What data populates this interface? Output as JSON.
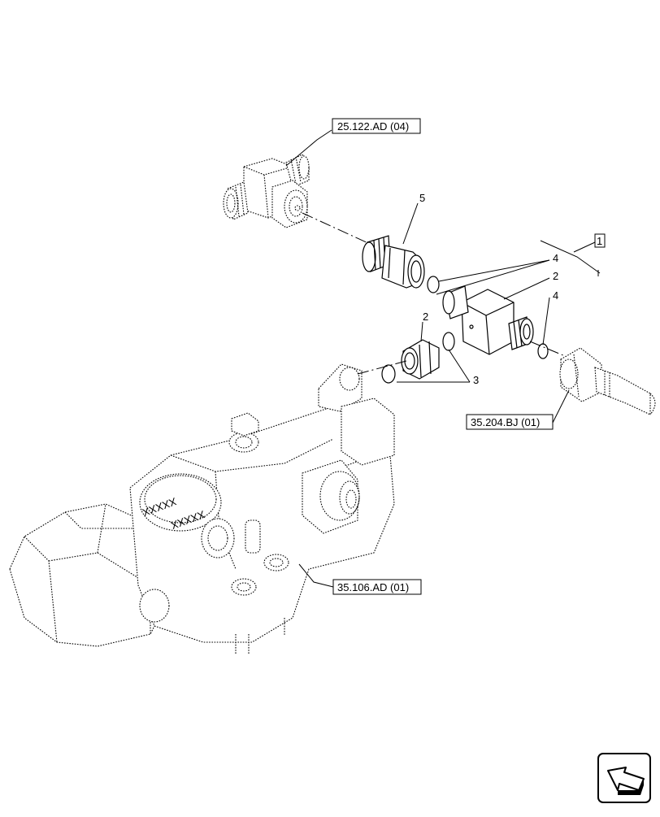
{
  "references": {
    "ref_top": "25.122.AD (04)",
    "ref_right": "35.204.BJ (01)",
    "ref_bottom": "35.106.AD (01)"
  },
  "callouts": {
    "item_1": "1",
    "item_2a": "2",
    "item_2b": "2",
    "item_3": "3",
    "item_4a": "4",
    "item_4b": "4",
    "item_5": "5"
  },
  "housing_text": {
    "line1": "XXXXX",
    "line2": "XXXXX"
  },
  "icons": {
    "nav": "back-arrow-icon"
  }
}
